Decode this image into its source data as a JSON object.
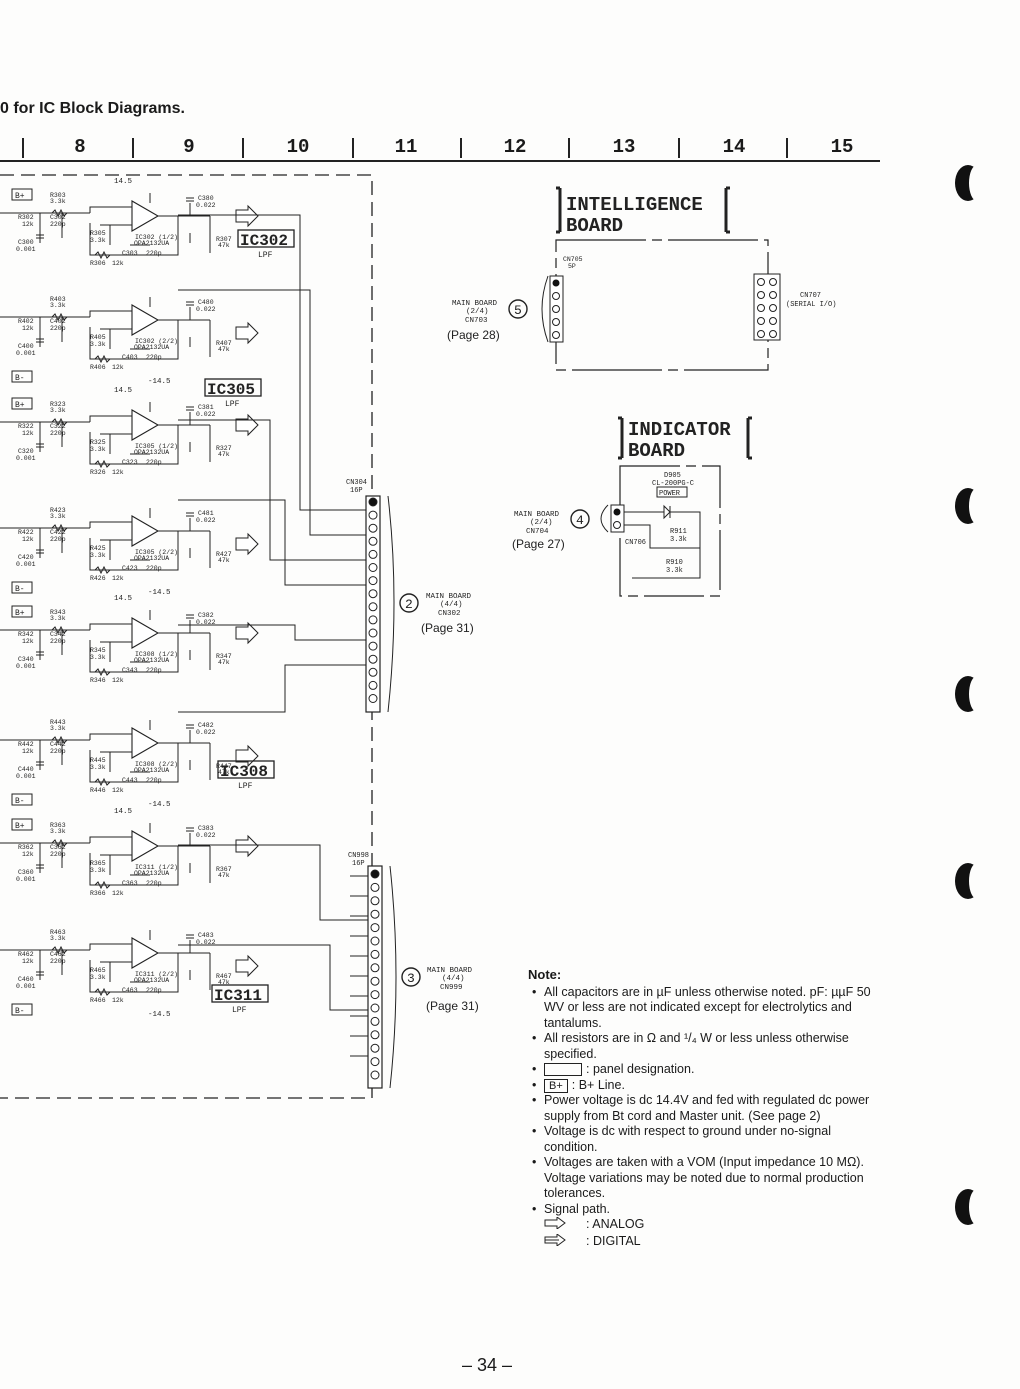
{
  "header": "0 for IC Block Diagrams.",
  "columns": [
    "8",
    "9",
    "10",
    "11",
    "12",
    "13",
    "14",
    "15"
  ],
  "boards": {
    "intelligence": {
      "title_line1": "INTELLIGENCE",
      "title_line2": "BOARD",
      "cn705": "CN705",
      "cn705_pins": "5P",
      "cn707": "CN707",
      "cn707_desc": "(SERIAL I/O)"
    },
    "indicator": {
      "title_line1": "INDICATOR",
      "title_line2": "BOARD",
      "d905": "D905",
      "d905_part": "CL-200PG-C",
      "power_label": "POWER",
      "cn706": "CN706",
      "r911": "R911",
      "r911_val": "3.3k",
      "r910": "R910",
      "r910_val": "3.3k"
    }
  },
  "connections": [
    {
      "num": "5",
      "l1": "MAIN BOARD",
      "l2": "(2/4)",
      "l3": "CN703",
      "page": "(Page 28)"
    },
    {
      "num": "4",
      "l1": "MAIN BOARD",
      "l2": "(2/4)",
      "l3": "CN704",
      "page": "(Page 27)"
    },
    {
      "num": "2",
      "l1": "MAIN BOARD",
      "l2": "(4/4)",
      "l3": "CN302",
      "page": "(Page 31)"
    },
    {
      "num": "3",
      "l1": "MAIN BOARD",
      "l2": "(4/4)",
      "l3": "CN999",
      "page": "(Page 31)"
    }
  ],
  "connectors": {
    "cn304": "CN304",
    "cn304_pins": "16P",
    "cn998": "CN998",
    "cn998_pins": "16P"
  },
  "ic_labels": [
    {
      "name": "IC302",
      "sub": "LPF"
    },
    {
      "name": "IC305",
      "sub": "LPF"
    },
    {
      "name": "IC308",
      "sub": "LPF"
    },
    {
      "name": "IC311",
      "sub": "LPF"
    }
  ],
  "supply": {
    "plus": "14.5",
    "minus": "-14.5",
    "bplus": "B+",
    "bminus": "B-"
  },
  "stages": [
    {
      "ic": "IC302 (1/2)",
      "part": "OPA2132UA",
      "r_in": "R303",
      "r_in_val": "3.3k",
      "r_sh": "R302",
      "r_sh_val": "12k",
      "c_in": "C302",
      "c_in_val": "220p",
      "c_gnd": "C300",
      "c_gnd_val": "0.001",
      "r_fb": "R305",
      "r_fb_val": "3.3k",
      "c_fb": "C303",
      "c_fb_val": "220p",
      "r_out": "R306",
      "r_out_val": "12k",
      "c_dec": "C380",
      "c_dec_val": "0.022",
      "r_load": "R307",
      "r_load_val": "47k"
    },
    {
      "ic": "IC302 (2/2)",
      "part": "OPA2132UA",
      "r_in": "R403",
      "r_in_val": "3.3k",
      "r_sh": "R402",
      "r_sh_val": "12k",
      "c_in": "C402",
      "c_in_val": "220p",
      "c_gnd": "C400",
      "c_gnd_val": "0.001",
      "r_fb": "R405",
      "r_fb_val": "3.3k",
      "c_fb": "C403",
      "c_fb_val": "220p",
      "r_out": "R406",
      "r_out_val": "12k",
      "c_dec": "C480",
      "c_dec_val": "0.022",
      "r_load": "R407",
      "r_load_val": "47k"
    },
    {
      "ic": "IC305 (1/2)",
      "part": "OPA2132UA",
      "r_in": "R323",
      "r_in_val": "3.3k",
      "r_sh": "R322",
      "r_sh_val": "12k",
      "c_in": "C322",
      "c_in_val": "220p",
      "c_gnd": "C320",
      "c_gnd_val": "0.001",
      "r_fb": "R325",
      "r_fb_val": "3.3k",
      "c_fb": "C323",
      "c_fb_val": "220p",
      "r_out": "R326",
      "r_out_val": "12k",
      "c_dec": "C381",
      "c_dec_val": "0.022",
      "r_load": "R327",
      "r_load_val": "47k"
    },
    {
      "ic": "IC305 (2/2)",
      "part": "OPA2132UA",
      "r_in": "R423",
      "r_in_val": "3.3k",
      "r_sh": "R422",
      "r_sh_val": "12k",
      "c_in": "C422",
      "c_in_val": "220p",
      "c_gnd": "C420",
      "c_gnd_val": "0.001",
      "r_fb": "R425",
      "r_fb_val": "3.3k",
      "c_fb": "C423",
      "c_fb_val": "220p",
      "r_out": "R426",
      "r_out_val": "12k",
      "c_dec": "C481",
      "c_dec_val": "0.022",
      "r_load": "R427",
      "r_load_val": "47k"
    },
    {
      "ic": "IC308 (1/2)",
      "part": "OPA2132UA",
      "r_in": "R343",
      "r_in_val": "3.3k",
      "r_sh": "R342",
      "r_sh_val": "12k",
      "c_in": "C342",
      "c_in_val": "220p",
      "c_gnd": "C340",
      "c_gnd_val": "0.001",
      "r_fb": "R345",
      "r_fb_val": "3.3k",
      "c_fb": "C343",
      "c_fb_val": "220p",
      "r_out": "R346",
      "r_out_val": "12k",
      "c_dec": "C382",
      "c_dec_val": "0.022",
      "r_load": "R347",
      "r_load_val": "47k"
    },
    {
      "ic": "IC308 (2/2)",
      "part": "OPA2132UA",
      "r_in": "R443",
      "r_in_val": "3.3k",
      "r_sh": "R442",
      "r_sh_val": "12k",
      "c_in": "C442",
      "c_in_val": "220p",
      "c_gnd": "C440",
      "c_gnd_val": "0.001",
      "r_fb": "R445",
      "r_fb_val": "3.3k",
      "c_fb": "C443",
      "c_fb_val": "220p",
      "r_out": "R446",
      "r_out_val": "12k",
      "c_dec": "C482",
      "c_dec_val": "0.022",
      "r_load": "R447",
      "r_load_val": "47k"
    },
    {
      "ic": "IC311 (1/2)",
      "part": "OPA2132UA",
      "r_in": "R363",
      "r_in_val": "3.3k",
      "r_sh": "R362",
      "r_sh_val": "12k",
      "c_in": "C362",
      "c_in_val": "220p",
      "c_gnd": "C360",
      "c_gnd_val": "0.001",
      "r_fb": "R365",
      "r_fb_val": "3.3k",
      "c_fb": "C363",
      "c_fb_val": "220p",
      "r_out": "R366",
      "r_out_val": "12k",
      "c_dec": "C383",
      "c_dec_val": "0.022",
      "r_load": "R367",
      "r_load_val": "47k"
    },
    {
      "ic": "IC311 (2/2)",
      "part": "OPA2132UA",
      "r_in": "R463",
      "r_in_val": "3.3k",
      "r_sh": "R462",
      "r_sh_val": "12k",
      "c_in": "C462",
      "c_in_val": "220p",
      "c_gnd": "C460",
      "c_gnd_val": "0.001",
      "r_fb": "R465",
      "r_fb_val": "3.3k",
      "c_fb": "C463",
      "c_fb_val": "220p",
      "r_out": "R466",
      "r_out_val": "12k",
      "c_dec": "C483",
      "c_dec_val": "0.022",
      "r_load": "R467",
      "r_load_val": "47k"
    }
  ],
  "note": {
    "title": "Note:",
    "items": [
      "All capacitors are in µF unless otherwise noted. pF: µµF 50 WV or less are not indicated except for electrolytics and tantalums.",
      "All resistors are in Ω and ¹/₄ W or less unless otherwise specified."
    ],
    "panel": ": panel designation.",
    "bplus_box": "B+",
    "bplus": ": B+ Line.",
    "items2": [
      "Power voltage is dc 14.4V and fed with regulated dc power supply from Bt cord and Master unit. (See page 2)",
      "Voltage is dc with respect to ground under no-signal condition.",
      "Voltages are taken with a VOM (Input impedance 10 MΩ). Voltage variations may be noted due to normal production tolerances.",
      "Signal path."
    ],
    "analog": ": ANALOG",
    "digital": ": DIGITAL"
  },
  "page_number": "– 34 –"
}
